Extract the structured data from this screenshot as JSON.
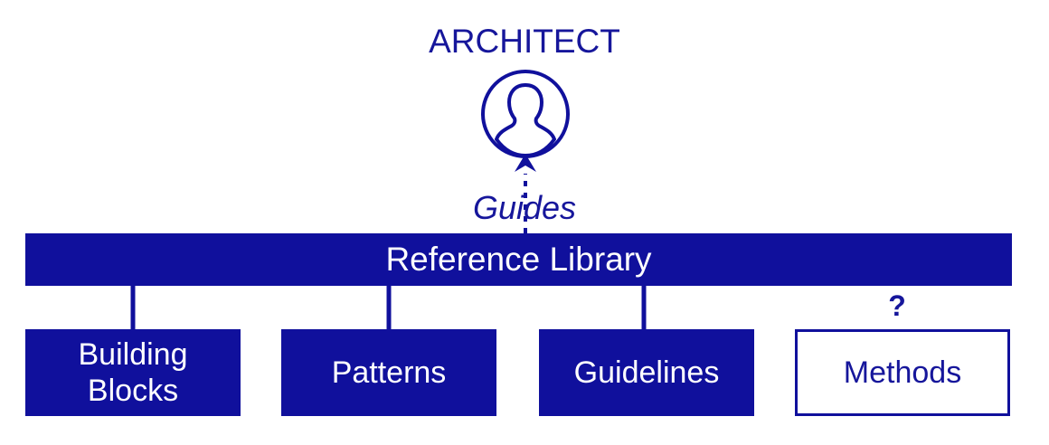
{
  "colors": {
    "primary": "#10109c",
    "text": "#16169b",
    "on_primary": "#ffffff"
  },
  "architect": {
    "title": "ARCHITECT",
    "icon": "person-circle-icon"
  },
  "relation": {
    "label": "Guides"
  },
  "library": {
    "label": "Reference Library"
  },
  "components": [
    {
      "label": "Building Blocks",
      "style": "filled"
    },
    {
      "label": "Patterns",
      "style": "filled"
    },
    {
      "label": "Guidelines",
      "style": "filled"
    },
    {
      "label": "Methods",
      "style": "outline",
      "marker": "?"
    }
  ]
}
